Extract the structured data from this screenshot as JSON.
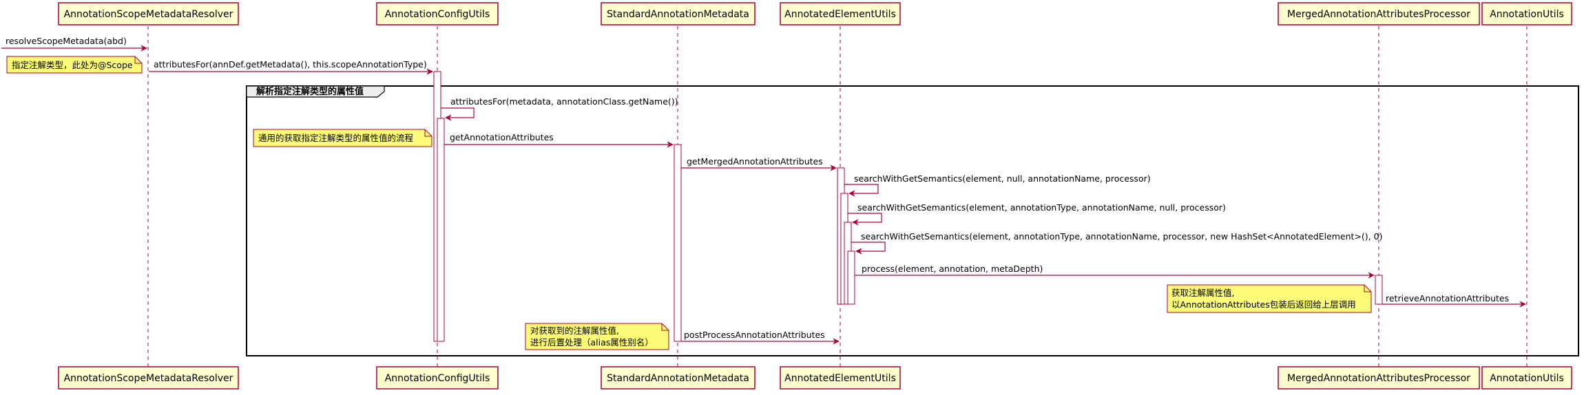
{
  "colors": {
    "line": "#A80036",
    "box_fill": "#FEFECE",
    "note_fill": "#FBFB77",
    "frame": "#000000",
    "text": "#000000"
  },
  "participants": [
    {
      "id": "p1",
      "name": "AnnotationScopeMetadataResolver"
    },
    {
      "id": "p2",
      "name": "AnnotationConfigUtils"
    },
    {
      "id": "p3",
      "name": "StandardAnnotationMetadata"
    },
    {
      "id": "p4",
      "name": "AnnotatedElementUtils"
    },
    {
      "id": "p5",
      "name": "MergedAnnotationAttributesProcessor"
    },
    {
      "id": "p6",
      "name": "AnnotationUtils"
    }
  ],
  "group": {
    "title": "解析指定注解类型的属性值"
  },
  "messages": [
    {
      "id": "m1",
      "label": "resolveScopeMetadata(abd)"
    },
    {
      "id": "m2",
      "label": "attributesFor(annDef.getMetadata(), this.scopeAnnotationType)"
    },
    {
      "id": "m3",
      "label": "attributesFor(metadata, annotationClass.getName())"
    },
    {
      "id": "m4",
      "label": "getAnnotationAttributes"
    },
    {
      "id": "m5",
      "label": "getMergedAnnotationAttributes"
    },
    {
      "id": "m6",
      "label": "searchWithGetSemantics(element, null, annotationName, processor)"
    },
    {
      "id": "m7",
      "label": "searchWithGetSemantics(element, annotationType, annotationName, null, processor)"
    },
    {
      "id": "m8",
      "label": "searchWithGetSemantics(element, annotationType, annotationName, processor, new HashSet<AnnotatedElement>(), 0)"
    },
    {
      "id": "m9",
      "label": "process(element, annotation, metaDepth)"
    },
    {
      "id": "m10",
      "label": "retrieveAnnotationAttributes"
    },
    {
      "id": "m11",
      "label": "postProcessAnnotationAttributes"
    }
  ],
  "notes": [
    {
      "id": "n1",
      "lines": [
        "指定注解类型，此处为@Scope"
      ]
    },
    {
      "id": "n2",
      "lines": [
        "通用的获取指定注解类型的属性值的流程"
      ]
    },
    {
      "id": "n3",
      "lines": [
        "获取注解属性值,",
        "以AnnotationAttributes包装后返回给上层调用"
      ]
    },
    {
      "id": "n4",
      "lines": [
        "对获取到的注解属性值,",
        "进行后置处理（alias属性别名）"
      ]
    }
  ]
}
